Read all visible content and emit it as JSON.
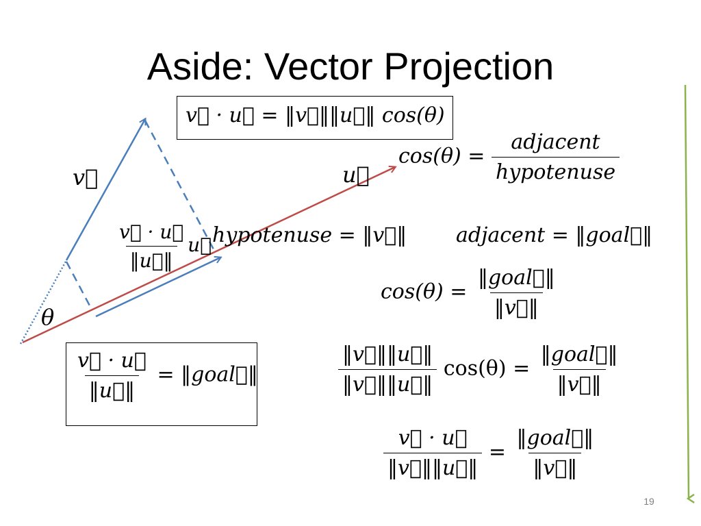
{
  "slide": {
    "title": "Aside: Vector Projection",
    "page_number": "19"
  },
  "labels": {
    "v_vec": "v⃗",
    "u_vec": "u⃗",
    "theta": "θ",
    "proj_num": "v⃗ · u⃗",
    "proj_den": "‖u⃗‖",
    "proj_u": "u⃗"
  },
  "equations": {
    "dot_identity": "v⃗ · u⃗ = ‖v⃗‖‖u⃗‖ cos(θ)",
    "cos_lhs": "cos(θ) =",
    "adjacent": "adjacent",
    "hypotenuse": "hypotenuse",
    "hyp_eq": "hypotenuse = ‖v⃗‖",
    "adj_eq": "adjacent = ‖goal⃗‖",
    "cos2_lhs": "cos(θ) =",
    "goal_norm": "‖goal⃗‖",
    "v_norm": "‖v⃗‖",
    "vu_norms": "‖v⃗‖‖u⃗‖",
    "cos_mid": "cos(θ) =",
    "dot": "v⃗ · u⃗",
    "u_norm": "‖u⃗‖",
    "equals": "="
  },
  "colors": {
    "blue_vector": "#4a7ebb",
    "red_vector": "#be4b48",
    "green_arrow": "#8bb34b"
  }
}
